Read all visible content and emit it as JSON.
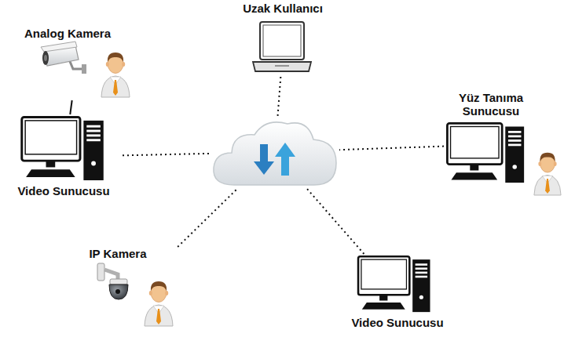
{
  "diagram": {
    "nodes": [
      {
        "text": [
          "Uzak Kullanıcı"
        ]
      },
      {
        "text": [
          "Analog Kamera"
        ]
      },
      {
        "text": [
          "Yüz Tanıma Sunucusu"
        ]
      },
      {
        "text": [
          "Video Sunucusu"
        ]
      },
      {
        "text": []
      },
      {
        "text": [
          "IP Kamera"
        ]
      },
      {
        "text": [
          "Video Sunucusu"
        ]
      }
    ],
    "edges": [
      {
        "from": 1,
        "to": 3,
        "arrow": "none"
      },
      {
        "from": 3,
        "to": 4,
        "arrow": "none"
      },
      {
        "from": 0,
        "to": 4,
        "arrow": "none"
      },
      {
        "from": 2,
        "to": 4,
        "arrow": "none"
      },
      {
        "from": 5,
        "to": 4,
        "arrow": "none"
      },
      {
        "from": 6,
        "to": 4,
        "arrow": "none"
      }
    ]
  }
}
